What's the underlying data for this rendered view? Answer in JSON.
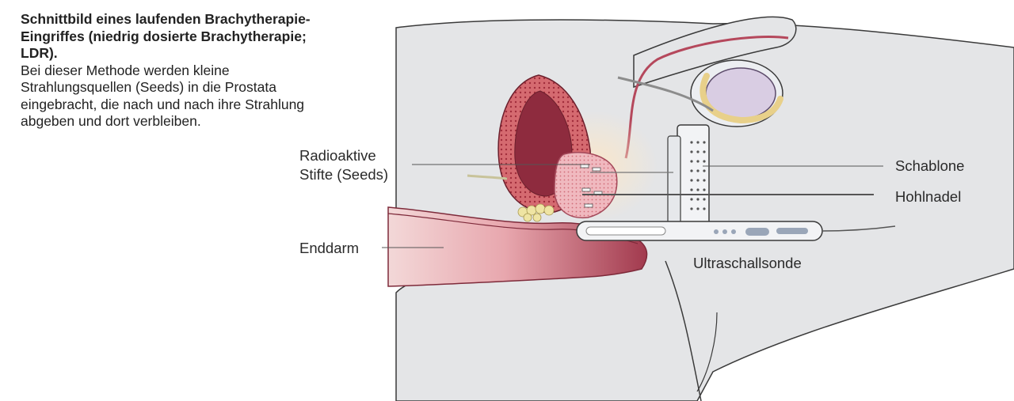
{
  "caption": {
    "title": "Schnittbild eines laufenden Brachytherapie-Eingriffes (niedrig dosierte Brachytherapie; LDR).",
    "body": "Bei dieser Methode werden kleine Strahlungsquellen (Seeds) in die Prostata eingebracht, die nach und nach ihre Strahlung abgeben und dort verbleiben."
  },
  "labels": {
    "seeds_line1": "Radioaktive",
    "seeds_line2": "Stifte (Seeds)",
    "template": "Schablone",
    "needle": "Hohlnadel",
    "rectum": "Enddarm",
    "ultrasound": "Ultraschallsonde"
  },
  "colors": {
    "body_fill": "#e4e5e7",
    "body_stroke": "#3a3a3a",
    "bladder": "#8e2b3e",
    "tissue": "#d56a70",
    "rectum": "#a23a4e",
    "device": "#f2f3f5"
  }
}
